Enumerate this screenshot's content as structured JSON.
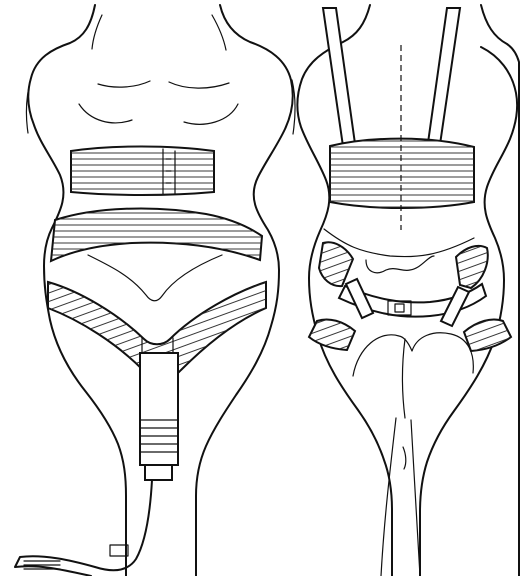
{
  "figure": {
    "panels": [
      {
        "id": "front",
        "view": "front"
      },
      {
        "id": "back",
        "view": "back"
      }
    ]
  }
}
